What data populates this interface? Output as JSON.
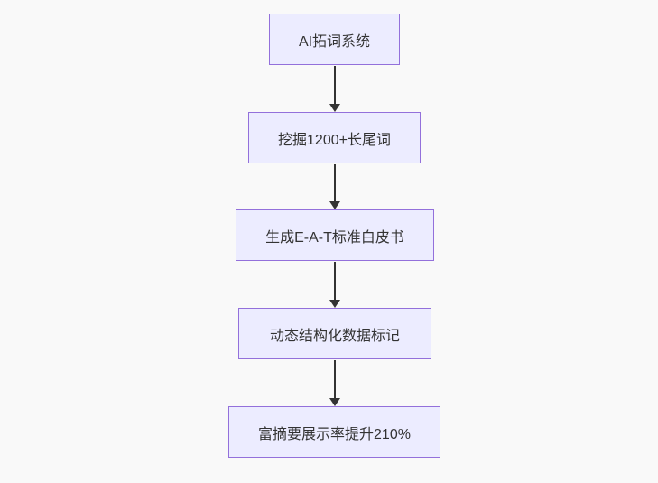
{
  "diagram": {
    "type": "flowchart",
    "direction": "top-down",
    "nodes": [
      {
        "label": "AI拓词系统"
      },
      {
        "label": "挖掘1200+长尾词"
      },
      {
        "label": "生成E-A-T标准白皮书"
      },
      {
        "label": "动态结构化数据标记"
      },
      {
        "label": "富摘要展示率提升210%"
      }
    ],
    "edges": [
      {
        "from": 0,
        "to": 1,
        "style": "arrow-down"
      },
      {
        "from": 1,
        "to": 2,
        "style": "arrow-down"
      },
      {
        "from": 2,
        "to": 3,
        "style": "arrow-down"
      },
      {
        "from": 3,
        "to": 4,
        "style": "arrow-down"
      }
    ],
    "colors": {
      "background": "#f9f9f9",
      "node_fill": "#ececff",
      "node_border": "#9370db",
      "edge": "#333333",
      "text": "#333333"
    }
  }
}
